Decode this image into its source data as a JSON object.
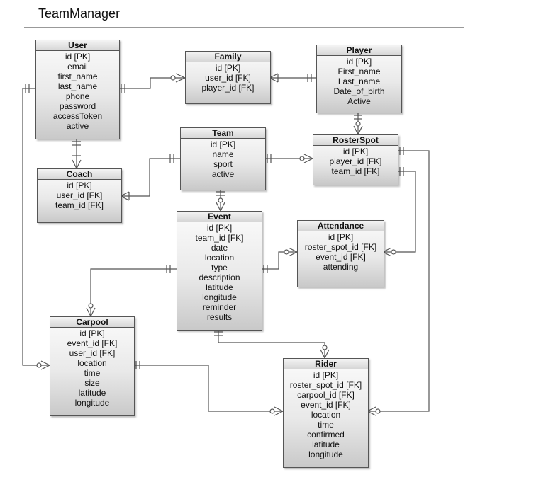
{
  "title": "TeamManager",
  "entities": {
    "user": {
      "name": "User",
      "fields": [
        "id [PK]",
        "email",
        "first_name",
        "last_name",
        "phone",
        "password",
        "accessToken",
        "active"
      ]
    },
    "family": {
      "name": "Family",
      "fields": [
        "id [PK]",
        "user_id [FK]",
        "player_id [FK]"
      ]
    },
    "player": {
      "name": "Player",
      "fields": [
        "id [PK]",
        "First_name",
        "Last_name",
        "Date_of_birth",
        "Active"
      ]
    },
    "team": {
      "name": "Team",
      "fields": [
        "id [PK]",
        "name",
        "sport",
        "active"
      ]
    },
    "rosterspot": {
      "name": "RosterSpot",
      "fields": [
        "id [PK]",
        "player_id [FK]",
        "team_id [FK]"
      ]
    },
    "coach": {
      "name": "Coach",
      "fields": [
        "id [PK]",
        "user_id [FK]",
        "team_id [FK]"
      ]
    },
    "event": {
      "name": "Event",
      "fields": [
        "id [PK]",
        "team_id [FK]",
        "date",
        "location",
        "type",
        "description",
        "latitude",
        "longitude",
        "reminder",
        "results"
      ]
    },
    "attendance": {
      "name": "Attendance",
      "fields": [
        "id [PK]",
        "roster_spot_id [FK]",
        "event_id [FK]",
        "attending"
      ]
    },
    "carpool": {
      "name": "Carpool",
      "fields": [
        "id [PK]",
        "event_id [FK]",
        "user_id [FK]",
        "location",
        "time",
        "size",
        "latitude",
        "longitude"
      ]
    },
    "rider": {
      "name": "Rider",
      "fields": [
        "id [PK]",
        "roster_spot_id [FK]",
        "carpool_id [FK]",
        "event_id [FK]",
        "location",
        "time",
        "confirmed",
        "latitude",
        "longitude"
      ]
    }
  }
}
